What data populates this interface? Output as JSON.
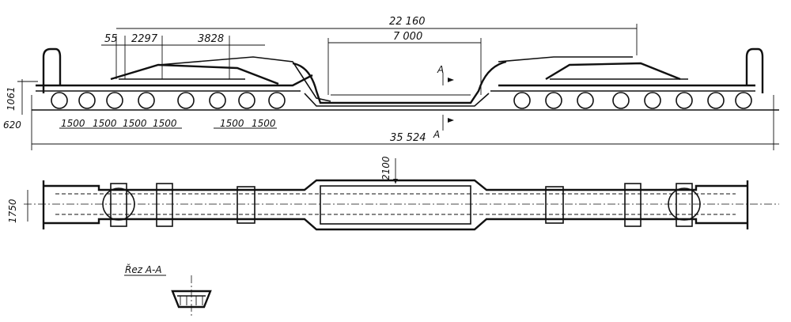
{
  "side_view": {
    "dims": {
      "overall_span": "22 160",
      "center_span": "7 000",
      "d55": "55",
      "d2297": "2297",
      "d3828": "3828",
      "height_1061": "1061",
      "height_620": "620",
      "total_length": "35 524",
      "axle_spacing": "1500"
    },
    "section_mark": "A"
  },
  "plan_view": {
    "dims": {
      "width_2100": "2100",
      "width_1750": "1750"
    }
  },
  "section": {
    "title": "Řez A-A"
  }
}
